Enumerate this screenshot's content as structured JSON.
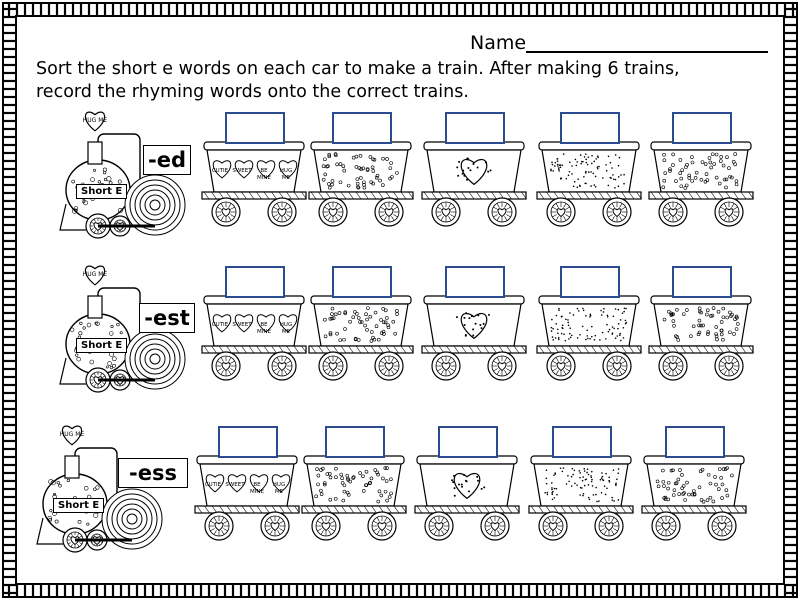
{
  "header": {
    "name_label": "Name",
    "instructions": "Sort the short e words on each car to make a train.  After making 6 trains,\nrecord the rhyming words onto the correct trains."
  },
  "trains": [
    {
      "word_family": "-ed",
      "engine_label": "Short E",
      "engine_sign": "HUG ME",
      "heart_candies": [
        "CUTIE",
        "SWEET",
        "BE MINE",
        "HUG ME"
      ]
    },
    {
      "word_family": "-est",
      "engine_label": "Short E",
      "engine_sign": "HUG ME",
      "heart_candies": [
        "CUTIE",
        "SWEET",
        "BE MINE",
        "HUG ME"
      ]
    },
    {
      "word_family": "-ess",
      "engine_label": "Short E",
      "engine_sign": "HUG ME",
      "heart_candies": [
        "CUTIE",
        "SWEET",
        "BE MINE",
        "HUG ME"
      ]
    }
  ],
  "colors": {
    "box_border": "#2b4c8f",
    "border": "#000000"
  }
}
